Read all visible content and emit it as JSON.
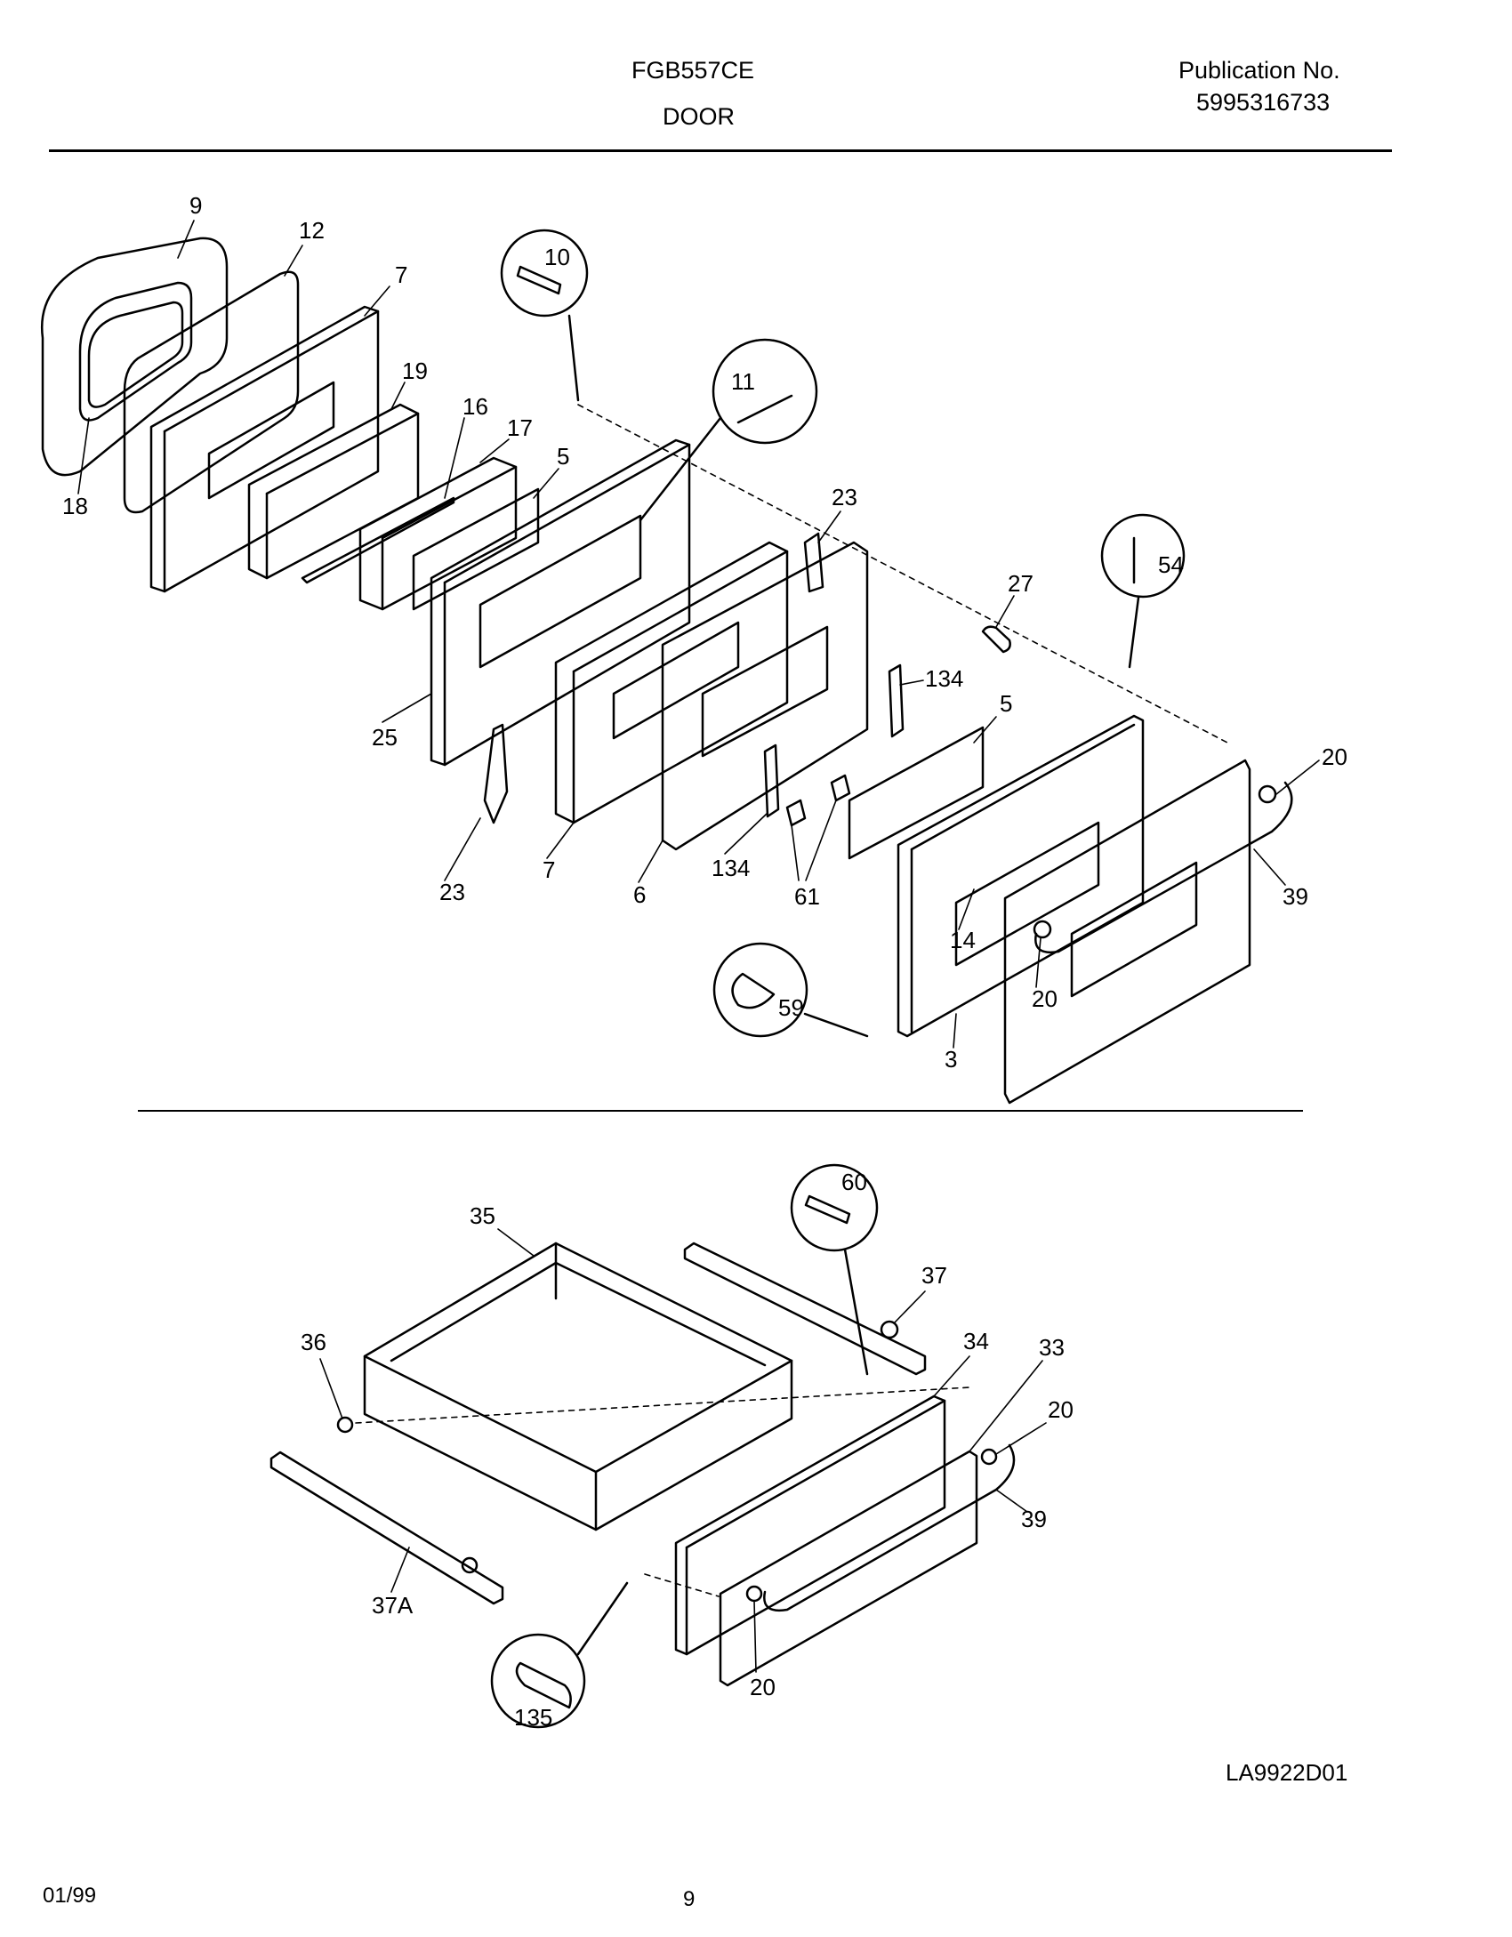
{
  "header": {
    "model": "FGB557CE",
    "section": "DOOR",
    "publication_label": "Publication No.",
    "publication_number": "5995316733"
  },
  "door_callouts": [
    "9",
    "12",
    "7",
    "19",
    "16",
    "17",
    "5",
    "18",
    "10",
    "11",
    "23",
    "27",
    "54",
    "134",
    "5",
    "20",
    "25",
    "23",
    "7",
    "6",
    "134",
    "61",
    "39",
    "14",
    "20",
    "59",
    "3"
  ],
  "drawer_callouts": [
    "35",
    "60",
    "37",
    "34",
    "33",
    "20",
    "36",
    "39",
    "37A",
    "20",
    "135"
  ],
  "footer": {
    "drawing_id": "LA9922D01",
    "date_code": "01/99",
    "page_number": "9"
  }
}
